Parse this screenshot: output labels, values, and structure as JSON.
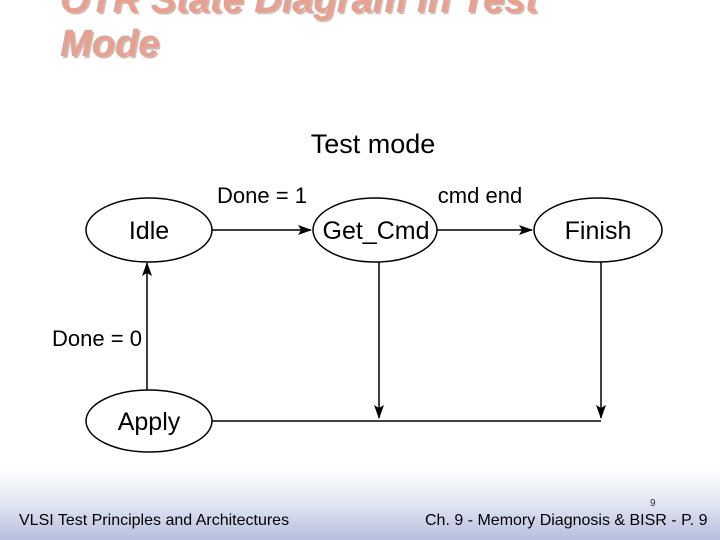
{
  "slide": {
    "title_line1": "OTR State Diagram in Test",
    "title_line2": "Mode"
  },
  "diagram": {
    "heading": "Test mode",
    "states": {
      "idle": "Idle",
      "get_cmd": "Get_Cmd",
      "finish": "Finish",
      "apply": "Apply"
    },
    "transitions": {
      "idle_to_get_cmd": "Done = 1",
      "get_cmd_to_finish": "cmd end",
      "apply_to_idle": "Done = 0"
    }
  },
  "footer": {
    "left_text": "VLSI Test Principles and Architectures",
    "right_text": "Ch. 9 - Memory Diagnosis & BISR - P. 9",
    "page_number": "9"
  }
}
